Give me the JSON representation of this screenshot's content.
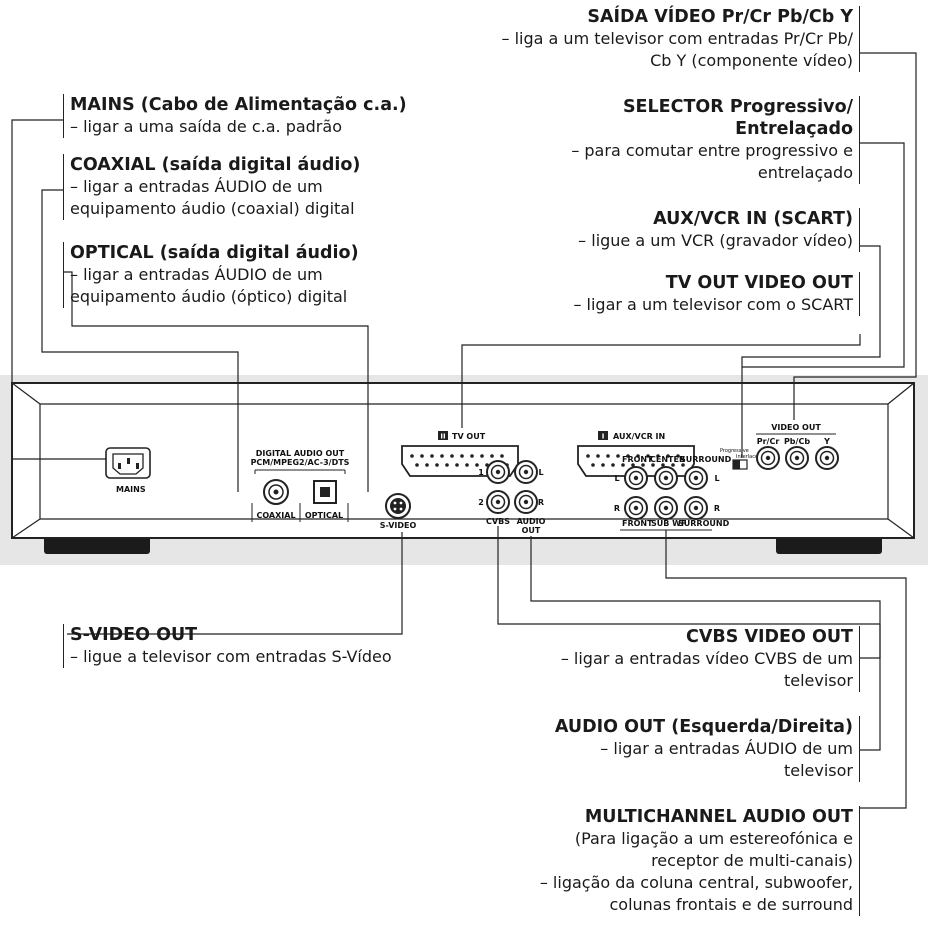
{
  "labels": {
    "saida_video": {
      "heading": "SAÍDA VÍDEO Pr/Cr Pb/Cb Y",
      "desc": "– liga a um televisor com entradas Pr/Cr Pb/\nCb Y (componente vídeo)"
    },
    "selector": {
      "heading_1": "SELECTOR Progressivo/",
      "heading_2": "Entrelaçado",
      "desc": "– para comutar entre progressivo e\nentrelaçado"
    },
    "aux_vcr": {
      "heading": "AUX/VCR IN (SCART)",
      "desc": "– ligue a um VCR (gravador vídeo)"
    },
    "tv_out": {
      "heading": "TV OUT VIDEO OUT",
      "desc": "– ligar a um televisor com o SCART"
    },
    "mains": {
      "heading": "MAINS (Cabo de Alimentação c.a.)",
      "desc": "– ligar a uma saída de c.a. padrão"
    },
    "coaxial": {
      "heading": "COAXIAL (saída digital áudio)",
      "desc": "– ligar a entradas ÁUDIO de um\n   equipamento áudio (coaxial) digital"
    },
    "optical": {
      "heading": "OPTICAL (saída digital áudio)",
      "desc": "– ligar a entradas ÁUDIO de um\n   equipamento áudio (óptico) digital"
    },
    "svideo": {
      "heading": "S-VIDEO OUT",
      "desc": "– ligue a televisor com entradas S-Vídeo"
    },
    "cvbs": {
      "heading": "CVBS VIDEO OUT",
      "desc": "– ligar a entradas vídeo CVBS de um\ntelevisor"
    },
    "audio_out": {
      "heading": "AUDIO OUT (Esquerda/Direita)",
      "desc": "– ligar a entradas ÁUDIO de um\ntelevisor"
    },
    "multichannel": {
      "heading": "MULTICHANNEL AUDIO OUT",
      "desc": "(Para ligação a um estereofónica e\nreceptor de multi-canais)\n– ligação da coluna central, subwoofer,\ncolunas frontais e de surround"
    }
  },
  "panel": {
    "mains": "MAINS",
    "digital_audio_out": "DIGITAL AUDIO OUT",
    "digital_audio_formats": "PCM/MPEG2/AC-3/DTS",
    "coaxial": "COAXIAL",
    "optical": "OPTICAL",
    "s_video": "S-VIDEO",
    "tv_out_num": "II",
    "tv_out": "TV OUT",
    "aux_num": "I",
    "aux_vcr_in": "AUX/VCR IN",
    "cvbs": "CVBS",
    "audio": "AUDIO",
    "out": "OUT",
    "ch1": "1",
    "ch2": "2",
    "L": "L",
    "R": "R",
    "front": "FRONT",
    "center": "CENTER",
    "surround": "SURROUND",
    "sub_wf": "SUB WF",
    "progressive": "Progressive",
    "interlace": "Interlace",
    "video_out": "VIDEO OUT",
    "pr_cr": "Pr/Cr",
    "pb_cb": "Pb/Cb",
    "y": "Y"
  },
  "colors": {
    "panel_band": "#e6e6e6",
    "device_body": "#ffffff",
    "line": "#222222"
  }
}
